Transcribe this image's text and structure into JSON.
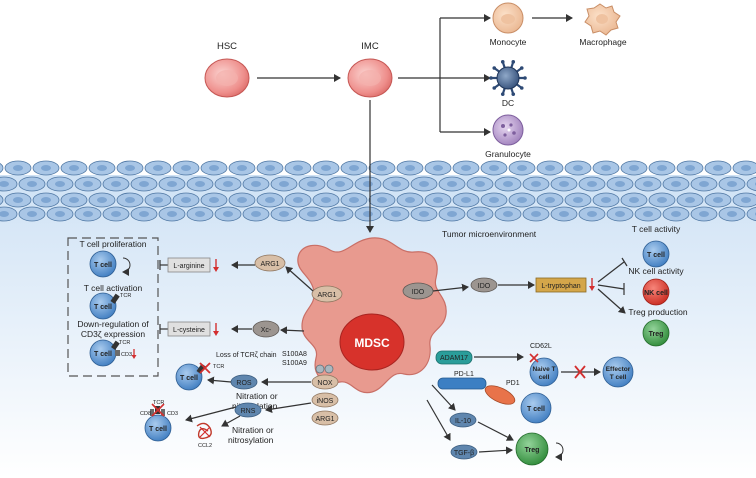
{
  "top": {
    "hsc": "HSC",
    "imc": "IMC",
    "monocyte": "Monocyte",
    "macrophage": "Macrophage",
    "dc": "DC",
    "granulocyte": "Granulocyte"
  },
  "tme_label": "Tumor microenvironment",
  "mdsc": "MDSC",
  "left_box": {
    "prolif": "T cell proliferation",
    "activation": "T cell activation",
    "downreg": "Down-regulation of",
    "cd3z": "CD3ζ expression",
    "tcell": "T cell",
    "tcr": "TCR",
    "cd3": "CD3"
  },
  "metabolites": {
    "larginine": "L-arginine",
    "lcysteine": "L-cysteine",
    "ltryptophan": "L-tryptophan"
  },
  "enzymes": {
    "arg1": "ARG1",
    "xc": "Xc-",
    "ido": "IDO",
    "s100a8": "S100A8",
    "s100a9": "S100A9",
    "nox": "NOX",
    "inos": "iNOS",
    "ros": "ROS",
    "rns": "RNS",
    "adam17": "ADAM17",
    "pdl1": "PD-L1",
    "pd1": "PD1",
    "il10": "IL-10",
    "tgfb": "TGF-β",
    "cd62l": "CD62L"
  },
  "lower_left": {
    "loss": "Loss of TCRζ chain",
    "tcr": "TCR",
    "nitration1a": "Nitration or",
    "nitration1b": "nitrosylation",
    "nitration2a": "Nitration or",
    "nitration2b": "nitrosylation",
    "cd8": "CD8",
    "cd3": "CD3",
    "tcr2": "TCR",
    "ccl2": "CCL2"
  },
  "right": {
    "tcell_activity": "T cell activity",
    "nk_activity": "NK cell activity",
    "treg_production": "Treg production",
    "tcell": "T cell",
    "nkcell": "NK cell",
    "treg": "Treg",
    "naive1": "Naive T",
    "naive2": "cell",
    "effector1": "Effector",
    "effector2": "T cell"
  },
  "colors": {
    "mdsc": "#E89A8F",
    "tcell": "#4E8BC9",
    "nk": "#E23B2E",
    "treg": "#3FA14A",
    "tissue": "#C9DCF0",
    "hsc": "#F09A9A"
  }
}
